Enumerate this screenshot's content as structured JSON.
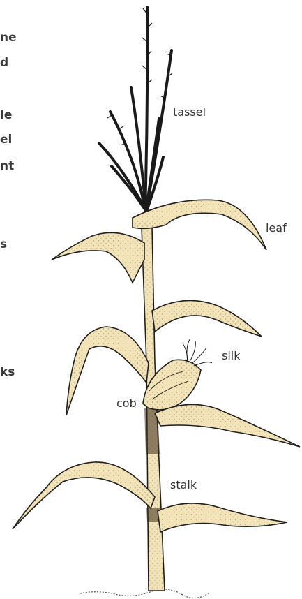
{
  "labels": {
    "tassel": "tassel",
    "leaf": "leaf",
    "silk": "silk",
    "cob": "cob",
    "stalk": "stalk"
  },
  "side_text": [
    "ne",
    "d",
    "le",
    "el",
    "nt",
    "s",
    "ks"
  ],
  "colors": {
    "leaf_fill": "#f2e3b8",
    "outline": "#1e1e1e",
    "stipple": "#8a6a3a",
    "label": "#333333"
  }
}
